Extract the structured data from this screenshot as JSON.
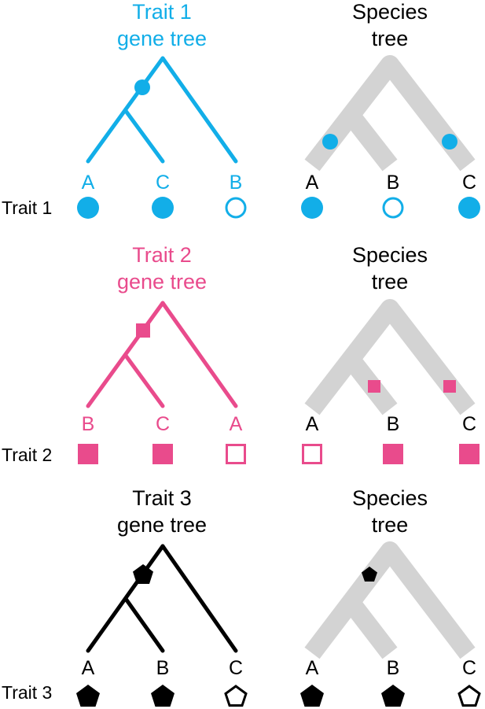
{
  "colors": {
    "trait1": "#12aee8",
    "trait2": "#e94b8c",
    "trait3": "#000000",
    "species_tree": "#d3d3d3",
    "label_dark": "#000000"
  },
  "panels": [
    {
      "row_label": "Trait 1",
      "marker_shape": "circle",
      "color_key": "trait1",
      "gene_tree": {
        "title_line1": "Trait 1",
        "title_line2": "gene tree",
        "tips": [
          "A",
          "C",
          "B"
        ],
        "states": [
          "filled",
          "filled",
          "open"
        ]
      },
      "species_tree": {
        "title_line1": "Species",
        "title_line2": "tree",
        "tips": [
          "A",
          "B",
          "C"
        ],
        "states": [
          "filled",
          "open",
          "filled"
        ]
      }
    },
    {
      "row_label": "Trait 2",
      "marker_shape": "square",
      "color_key": "trait2",
      "gene_tree": {
        "title_line1": "Trait 2",
        "title_line2": "gene tree",
        "tips": [
          "B",
          "C",
          "A"
        ],
        "states": [
          "filled",
          "filled",
          "open"
        ]
      },
      "species_tree": {
        "title_line1": "Species",
        "title_line2": "tree",
        "tips": [
          "A",
          "B",
          "C"
        ],
        "states": [
          "open",
          "filled",
          "filled"
        ]
      }
    },
    {
      "row_label": "Trait 3",
      "marker_shape": "pentagon",
      "color_key": "trait3",
      "gene_tree": {
        "title_line1": "Trait 3",
        "title_line2": "gene tree",
        "tips": [
          "A",
          "B",
          "C"
        ],
        "states": [
          "filled",
          "filled",
          "open"
        ]
      },
      "species_tree": {
        "title_line1": "Species",
        "title_line2": "tree",
        "tips": [
          "A",
          "B",
          "C"
        ],
        "states": [
          "filled",
          "filled",
          "open"
        ]
      }
    }
  ]
}
